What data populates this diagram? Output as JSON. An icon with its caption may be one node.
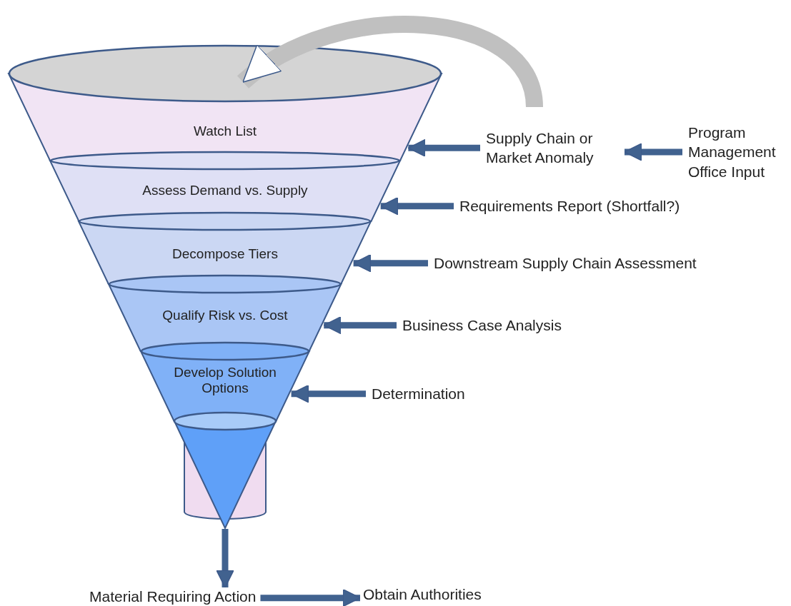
{
  "diagram": {
    "nodes": [
      {
        "text": [
          "Watch List"
        ]
      },
      {
        "text": [
          "Assess Demand vs. Supply"
        ]
      },
      {
        "text": [
          "Decompose Tiers"
        ]
      },
      {
        "text": [
          "Qualify Risk vs. Cost"
        ]
      },
      {
        "text": [
          "Develop Solution Options"
        ]
      },
      {
        "text": [],
        "shape": "cylinder"
      },
      {
        "text": [
          "Supply Chain or Market Anomaly"
        ]
      },
      {
        "text": [
          "Program Management Office Input"
        ]
      },
      {
        "text": [
          "Requirements Report (Shortfall?)"
        ]
      },
      {
        "text": [
          "Downstream Supply Chain Assessment"
        ]
      },
      {
        "text": [
          "Business Case Analysis"
        ]
      },
      {
        "text": [
          "Determination"
        ]
      },
      {
        "text": [
          "Material Requiring Action"
        ]
      },
      {
        "text": [
          "Obtain Authorities"
        ]
      }
    ],
    "edges": [
      {
        "from": null,
        "to": 0,
        "arrow": "to",
        "style": "thick",
        "color": "#c0c0c0"
      },
      {
        "from": 6,
        "to": 0,
        "arrow": "to"
      },
      {
        "from": 7,
        "to": 6,
        "arrow": "to"
      },
      {
        "from": 8,
        "to": 1,
        "arrow": "to"
      },
      {
        "from": 9,
        "to": 2,
        "arrow": "to"
      },
      {
        "from": 10,
        "to": 3,
        "arrow": "to"
      },
      {
        "from": 11,
        "to": 4,
        "arrow": "to"
      },
      {
        "from": 5,
        "to": 12,
        "arrow": "to"
      },
      {
        "from": 12,
        "to": 13,
        "arrow": "to"
      }
    ]
  }
}
